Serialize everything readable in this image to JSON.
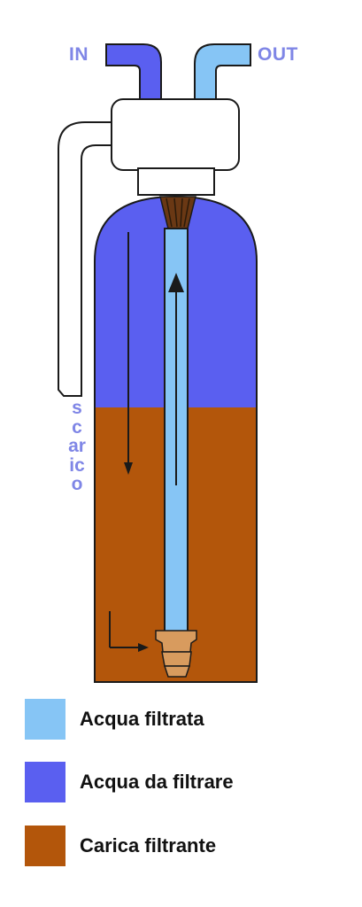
{
  "labels": {
    "inlet": "IN",
    "outlet": "OUT",
    "drain": "scarico"
  },
  "legend": [
    {
      "label": "Acqua filtrata",
      "color": "#86c5f5"
    },
    {
      "label": "Acqua da filtrare",
      "color": "#5a5ff0"
    },
    {
      "label": "Carica filtrante",
      "color": "#b3560b"
    }
  ],
  "colors": {
    "filtered_water": "#86c5f5",
    "water_to_filter": "#5a5ff0",
    "filter_media": "#b3560b",
    "outline": "#1a1a1a",
    "label_text": "#7f86e6"
  }
}
